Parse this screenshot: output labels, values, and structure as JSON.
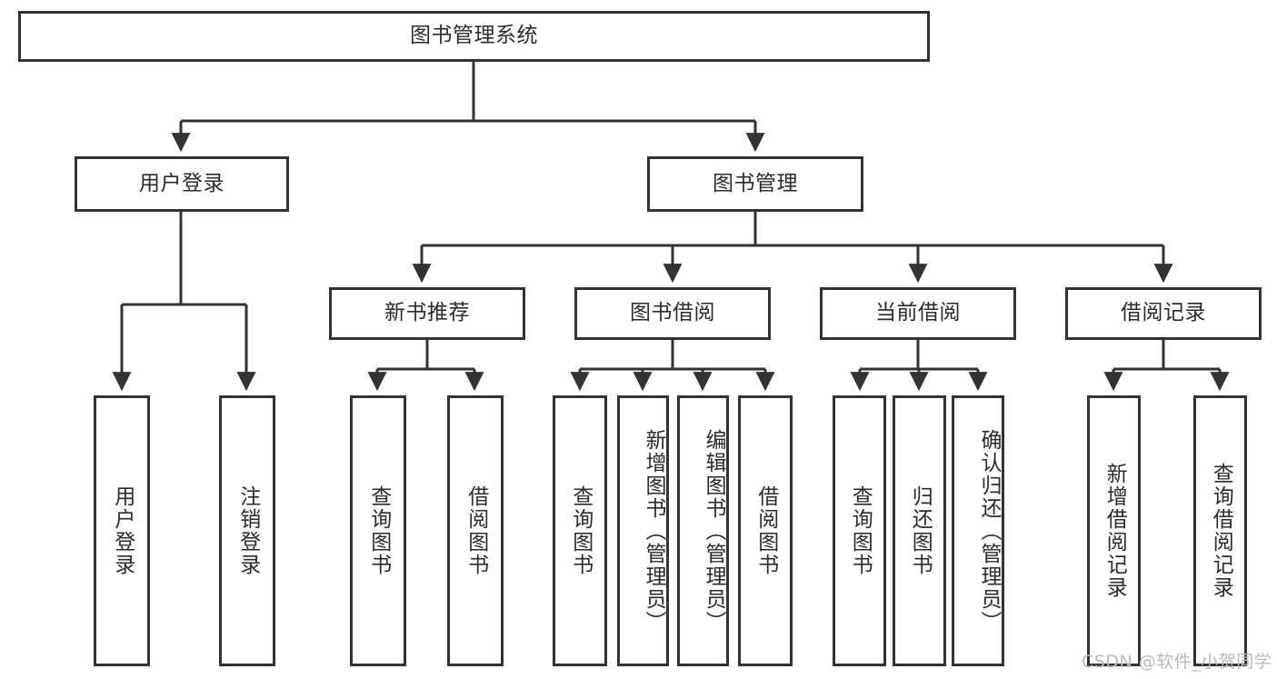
{
  "diagram": {
    "kind": "tree-structure-chart",
    "title": "图书管理系统",
    "line_color": "#333333",
    "text_color": "#2b2b2b",
    "background": "#ffffff",
    "watermark": "CSDN @软件_小贺同学"
  },
  "nodes": {
    "root": {
      "label": "图书管理系统"
    },
    "level2": [
      {
        "label": "用户登录"
      },
      {
        "label": "图书管理"
      }
    ],
    "level3": [
      {
        "label": "新书推荐"
      },
      {
        "label": "图书借阅"
      },
      {
        "label": "当前借阅"
      },
      {
        "label": "借阅记录"
      }
    ],
    "leaves_user_login": [
      {
        "label": "用户登录"
      },
      {
        "label": "注销登录"
      }
    ],
    "leaves_new_book": [
      {
        "label": "查询图书"
      },
      {
        "label": "借阅图书"
      }
    ],
    "leaves_borrow": [
      {
        "label": "查询图书"
      },
      {
        "label": "新增图书（管理员）"
      },
      {
        "label": "编辑图书（管理员）"
      },
      {
        "label": "借阅图书"
      }
    ],
    "leaves_current": [
      {
        "label": "查询图书"
      },
      {
        "label": "归还图书"
      },
      {
        "label": "确认归还（管理员）"
      }
    ],
    "leaves_records": [
      {
        "label": "新增借阅记录"
      },
      {
        "label": "查询借阅记录"
      }
    ]
  }
}
